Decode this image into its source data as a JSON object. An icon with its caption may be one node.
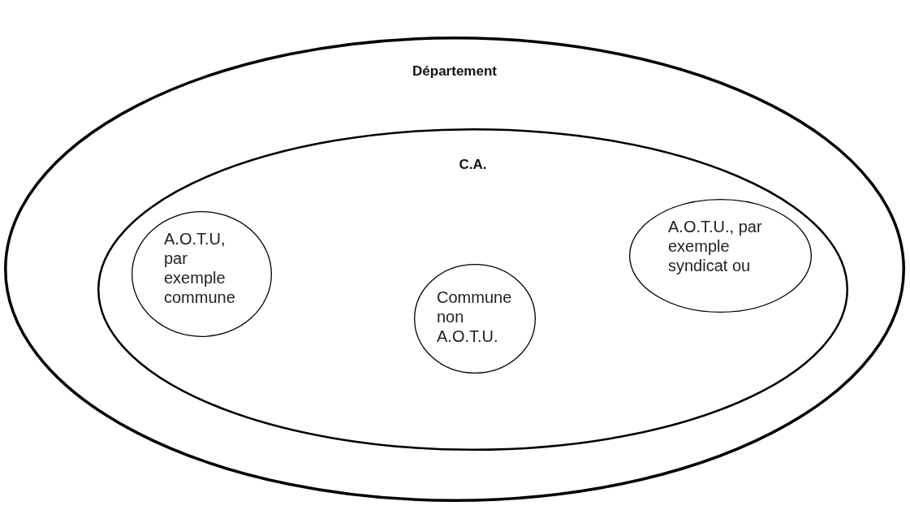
{
  "diagram": {
    "nodes": [
      {
        "text": [
          "Département"
        ]
      },
      {
        "text": [
          "C.A."
        ],
        "in": 0
      },
      {
        "text": [
          "A.O.T.U, par exemple commune"
        ],
        "in": 1
      },
      {
        "text": [
          "Commune non A.O.T.U."
        ],
        "in": 1
      },
      {
        "text": [
          "A.O.T.U., par exemple syndicat ou"
        ],
        "in": 1
      }
    ]
  }
}
